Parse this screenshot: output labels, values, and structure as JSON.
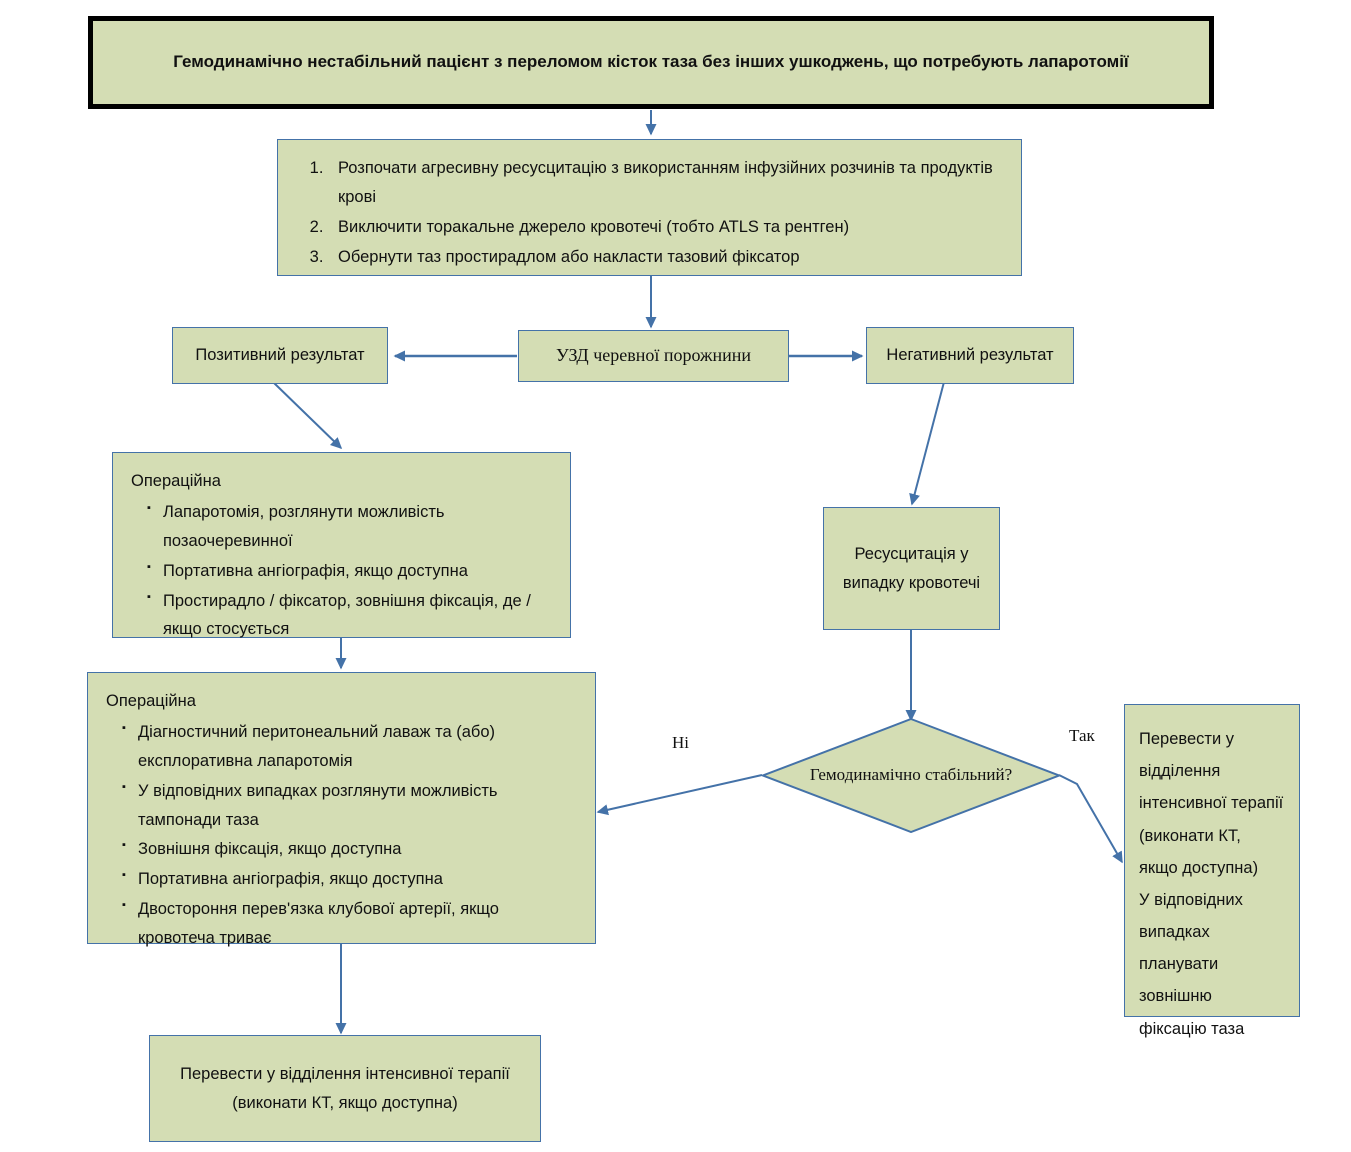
{
  "diagram": {
    "title_box": {
      "text": "Гемодинамічно нестабільний пацієнт з переломом кісток таза без інших ушкоджень, що потребують лапаротомії"
    },
    "initial_steps": {
      "items": [
        "Розпочати агресивну ресусцитацію з використанням інфузійних розчинів та продуктів крові",
        "Виключити торакальне джерело кровотечі (тобто ATLS та рентген)",
        "Обернути таз простирадлом або накласти тазовий фіксатор"
      ]
    },
    "positive_result": {
      "text": "Позитивний результат"
    },
    "ultrasound": {
      "text": "УЗД черевної порожнини"
    },
    "negative_result": {
      "text": "Негативний результат"
    },
    "or_block_1": {
      "heading": "Операційна",
      "bullets": [
        "Лапаротомія, розглянути можливість позаочеревинної",
        "Портативна ангіографія, якщо доступна",
        "Простирадло / фіксатор, зовнішня фіксація, де / якщо стосується"
      ]
    },
    "or_block_2": {
      "heading": "Операційна",
      "bullets": [
        "Діагностичний перитонеальний лаваж та (або) експлоративна лапаротомія",
        "У відповідних випадках розглянути можливість тампонади таза",
        "Зовнішня фіксація, якщо доступна",
        "Портативна ангіографія, якщо доступна",
        "Двостороння перев'язка клубової артерії, якщо кровотеча триває"
      ]
    },
    "resuscitation": {
      "text": "Ресусцитація у випадку кровотечі"
    },
    "decision": {
      "text": "Гемодинамічно стабільний?"
    },
    "edge_labels": {
      "no": "Ні",
      "yes": "Так"
    },
    "icu_right": {
      "lines": [
        "Перевести у",
        "відділення",
        "інтенсивної терапії",
        "(виконати КТ,",
        "якщо доступна)",
        "У відповідних",
        "випадках",
        "планувати",
        "зовнішню",
        "фіксацію таза"
      ]
    },
    "icu_bottom": {
      "text": "Перевести у відділення інтенсивної терапії (виконати КТ, якщо доступна)"
    },
    "colors": {
      "box_fill": "#d4ddb4",
      "box_border": "#4472a8",
      "title_border": "#000000",
      "connector": "#4472a8",
      "text": "#111111"
    },
    "bullet_glyph": "▪"
  }
}
